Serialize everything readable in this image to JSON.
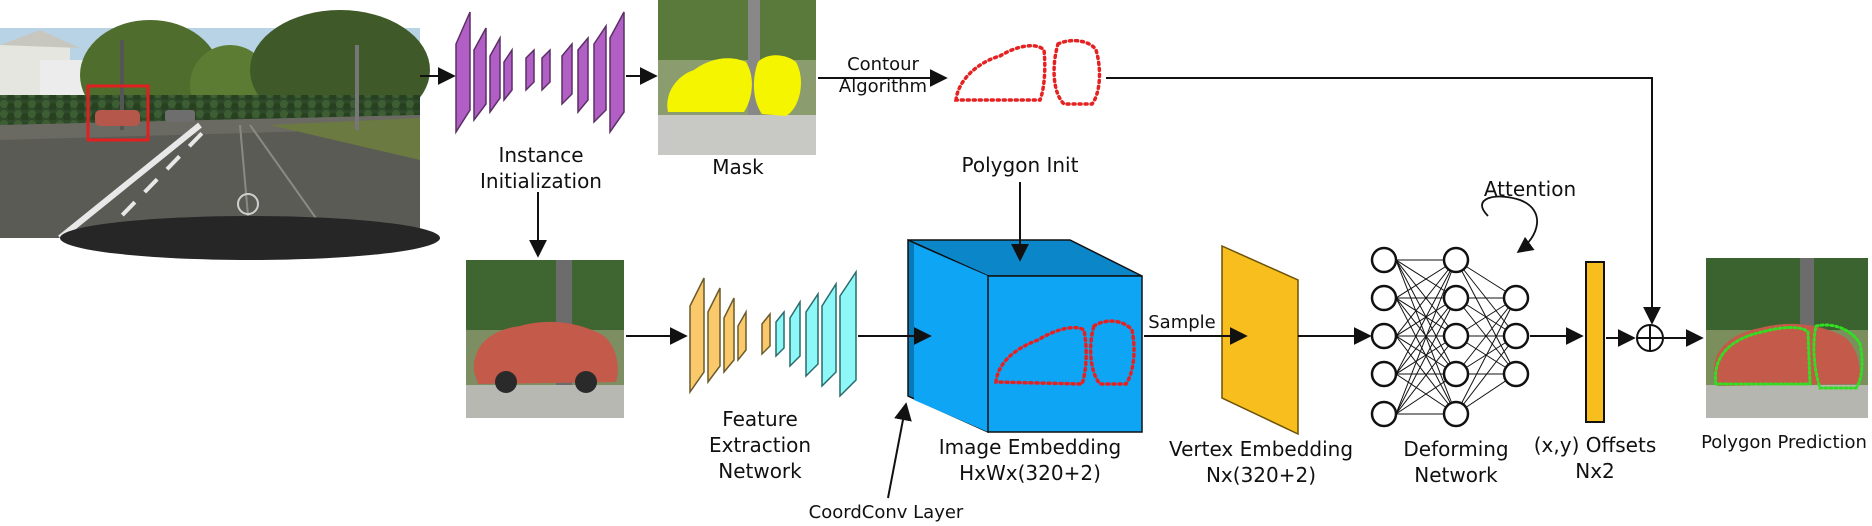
{
  "labels": {
    "instance_init": [
      "Instance",
      "Initialization"
    ],
    "mask": "Mask",
    "contour": [
      "Contour",
      "Algorithm"
    ],
    "polygon_init": "Polygon Init",
    "attention": "Attention",
    "feature": [
      "Feature",
      "Extraction",
      "Network"
    ],
    "image_embedding": [
      "Image Embedding",
      "HxWx(320+2)"
    ],
    "sample": "Sample",
    "vertex_embedding": [
      "Vertex Embedding",
      "Nx(320+2)"
    ],
    "deforming": [
      "Deforming",
      "Network"
    ],
    "offsets": [
      "(x,y) Offsets",
      "Nx2"
    ],
    "polygon_prediction": "Polygon Prediction",
    "coordconv": "CoordConv Layer"
  },
  "colors": {
    "encoder_purple": "#b15fc4",
    "feature_orange": "#f9c96b",
    "feature_cyan": "#8ef7f7",
    "embedding_blue": "#0ea5f5",
    "vertex_gold": "#f8be1e",
    "mask_yellow": "#f5f500",
    "contour_red": "#e52222",
    "prediction_green": "#33dd22"
  }
}
